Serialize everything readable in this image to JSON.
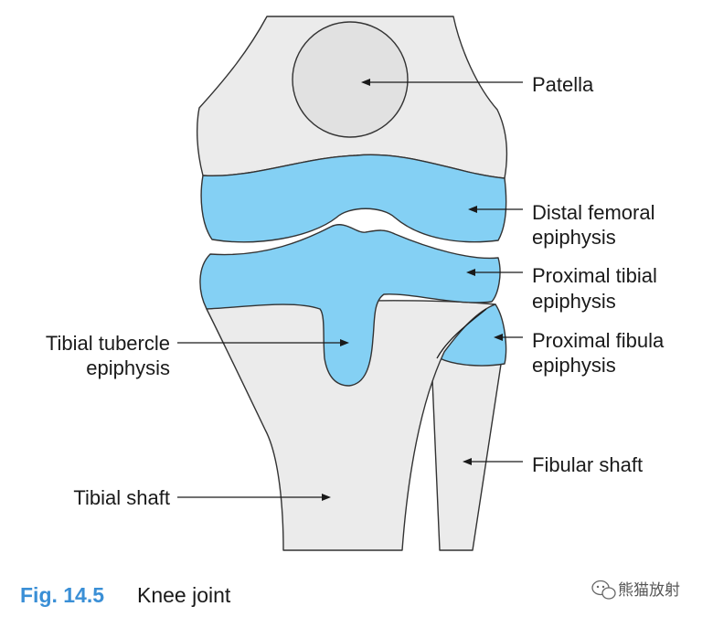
{
  "labels": {
    "patella": "Patella",
    "distal_femoral_1": "Distal femoral",
    "distal_femoral_2": "epiphysis",
    "proximal_tibial_1": "Proximal tibial",
    "proximal_tibial_2": "epiphysis",
    "proximal_fibula_1": "Proximal fibula",
    "proximal_fibula_2": "epiphysis",
    "fibular_shaft": "Fibular shaft",
    "tibial_tubercle_1": "Tibial tubercle",
    "tibial_tubercle_2": "epiphysis",
    "tibial_shaft": "Tibial shaft"
  },
  "caption": {
    "number": "Fig. 14.5",
    "title": "Knee joint"
  },
  "watermark": {
    "text": "熊猫放射",
    "icon": "wechat-icon"
  },
  "colors": {
    "epiphysis_fill": "#84d0f4",
    "bone_fill": "#ebebeb",
    "caption_accent": "#3a8fd6"
  }
}
